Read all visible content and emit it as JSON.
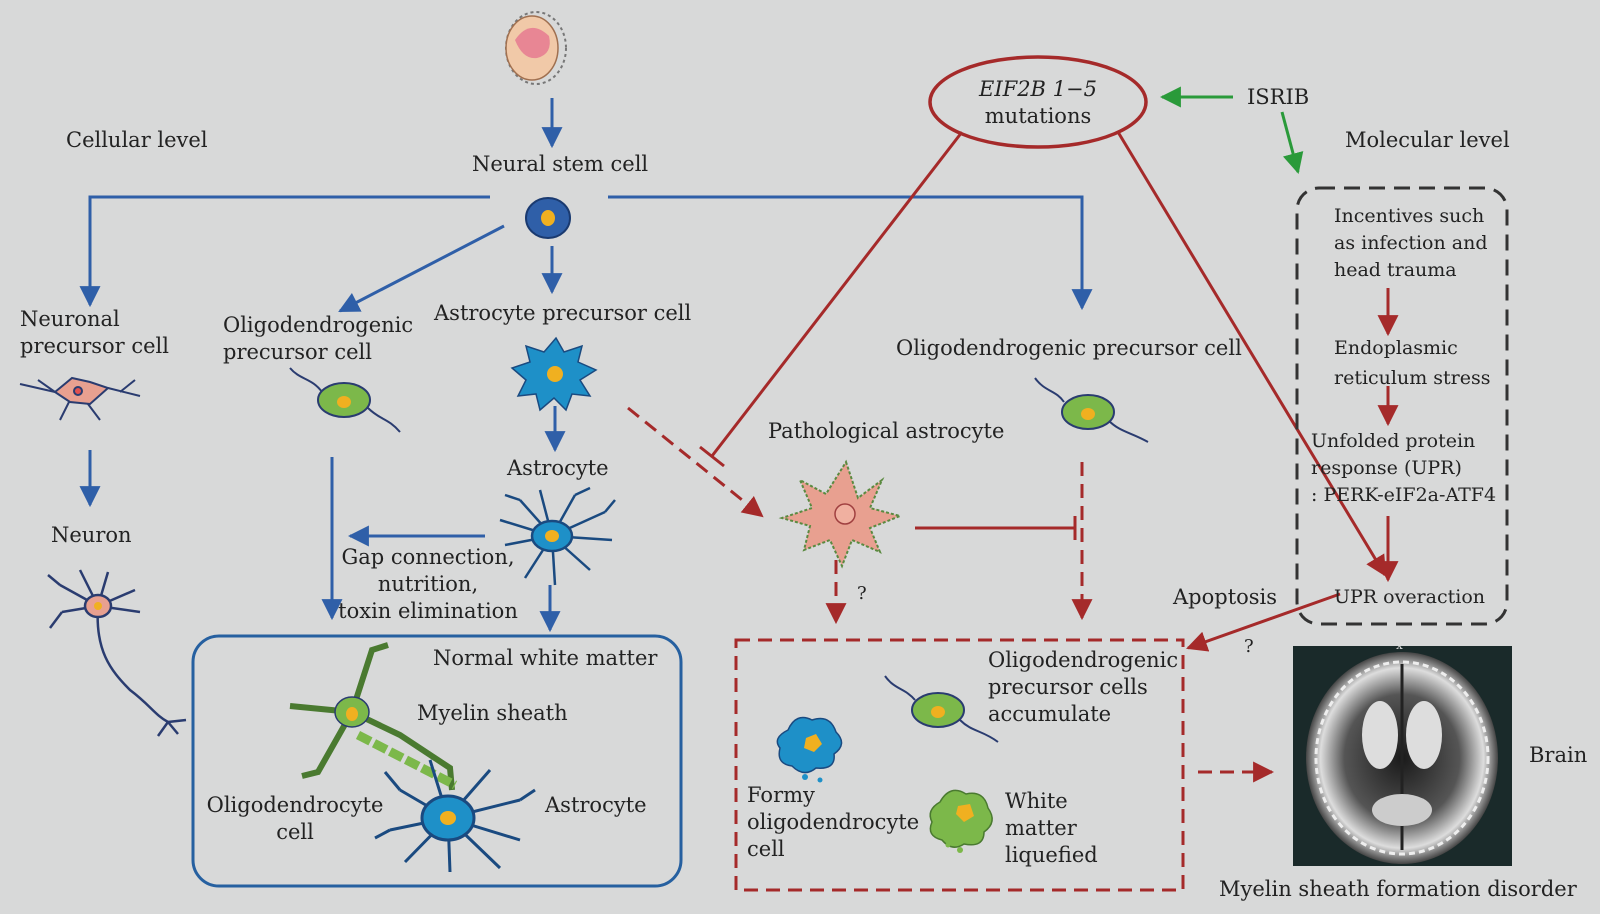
{
  "labels": {
    "cellular_level": "Cellular level",
    "molecular_level": "Molecular level",
    "neural_stem_cell": "Neural stem cell",
    "neuronal_precursor": [
      "Neuronal",
      "precursor cell"
    ],
    "oligo_precursor_left": [
      "Oligodendrogenic",
      "precursor cell"
    ],
    "astrocyte_precursor": "Astrocyte precursor cell",
    "oligo_precursor_right": "Oligodendrogenic precursor cell",
    "neuron": "Neuron",
    "astrocyte": "Astrocyte",
    "gap_connection": [
      "Gap connection,",
      "nutrition,",
      "toxin elimination"
    ],
    "normal_white_matter": "Normal white matter",
    "myelin_sheath": "Myelin sheath",
    "oligodendrocyte_cell": [
      "Oligodendrocyte",
      "cell"
    ],
    "astrocyte_box": "Astrocyte",
    "pathological_astrocyte": "Pathological astrocyte",
    "question_1": "?",
    "question_2": "?",
    "opc_accumulate": [
      "Oligodendrogenic",
      "precursor cells",
      "accumulate"
    ],
    "formy_oligo": [
      "Formy",
      "oligodendrocyte",
      "cell"
    ],
    "white_matter_liquefied": [
      "White",
      "matter",
      "liquefied"
    ],
    "eif2b_gene": "EIF2B 1−5",
    "eif2b_mutations": "mutations",
    "isrib": "ISRIB",
    "incentives": [
      "Incentives such",
      "as infection and",
      "head trauma"
    ],
    "er_stress": [
      "Endoplasmic",
      "reticulum stress"
    ],
    "upr": [
      "Unfolded protein",
      "response (UPR)",
      ": PERK-eIF2a-ATF4"
    ],
    "upr_overaction": "UPR overaction",
    "apoptosis": "Apoptosis",
    "brain": "Brain",
    "mri_marker": "x",
    "myelin_disorder": "Myelin sheath formation disorder"
  },
  "colors": {
    "background": "#d8d9d9",
    "blue_arrow": "#2f5fa8",
    "red_arrow": "#a52a2a",
    "green_arrow": "#2a9a3a",
    "astrocyte_blue": "#1e90c8",
    "oligo_green": "#7cb84a",
    "nucleus_orange": "#f0b020",
    "pathological_pink": "#e8a090"
  },
  "icons": [
    "child-head-icon",
    "stem-cell-icon",
    "neuron-icon",
    "astrocyte-icon",
    "oligodendrocyte-icon",
    "pathological-astrocyte-icon",
    "brain-mri-image"
  ]
}
